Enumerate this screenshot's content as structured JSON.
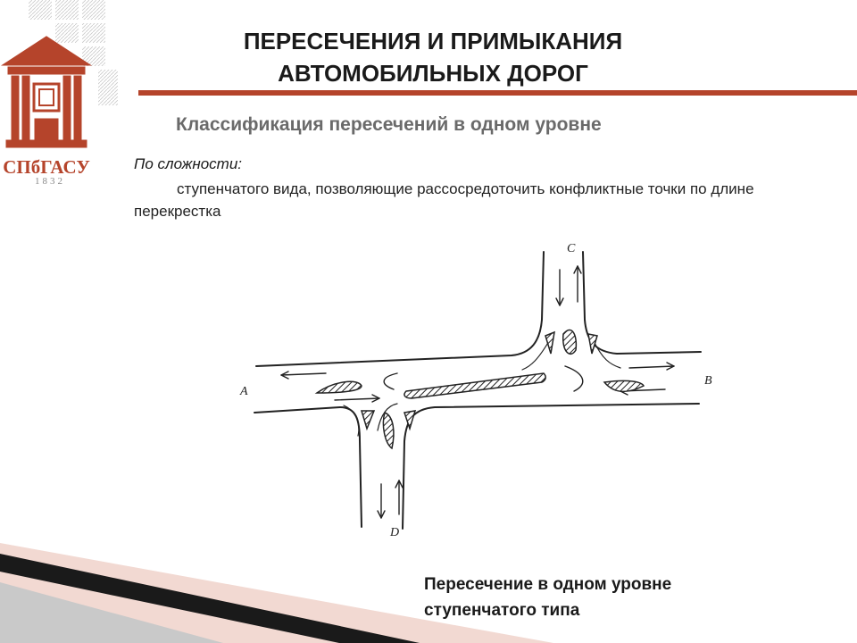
{
  "slide": {
    "title_line1": "ПЕРЕСЕЧЕНИЯ И ПРИМЫКАНИЯ",
    "title_line2": "АВТОМОБИЛЬНЫХ ДОРОГ",
    "subtitle": "Классификация пересечений в одном уровне",
    "complexity_label": "По сложности:",
    "body_text": "ступенчатого вида, позволяющие рассосредоточить конфликтные точки по длине перекрестка",
    "caption_line1": "Пересечение в одном уровне",
    "caption_line2": "ступенчатого типа"
  },
  "logo": {
    "wordmark": "СПбГАСУ",
    "year": "1832",
    "color": "#b5442b"
  },
  "diagram": {
    "direction_labels": {
      "a": "A",
      "b": "B",
      "c": "C",
      "d": "D"
    }
  },
  "colors": {
    "accent": "#b5442b",
    "subtitle": "#6a6a6a"
  }
}
